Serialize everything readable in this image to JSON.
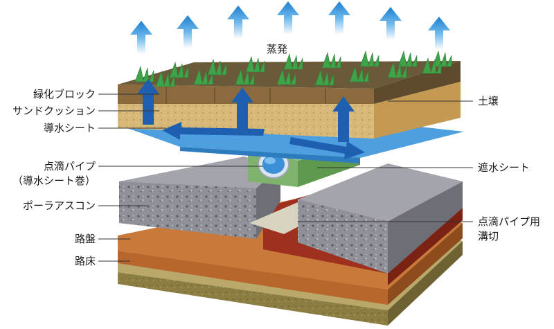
{
  "labels": {
    "evaporation": "蒸発",
    "green_block": "緑化ブロック",
    "sand_cushion": "サンドクッション",
    "water_sheet": "導水シート",
    "drip_pipe_line1": "点滴パイプ",
    "drip_pipe_line2": "（導水シート巻）",
    "porous_asphalt": "ポーラアスコン",
    "roadbed": "路盤",
    "subgrade": "路床",
    "soil": "土壌",
    "waterproof_sheet": "遮水シート",
    "groove_line1": "点滴パイプ用",
    "groove_line2": "溝切"
  },
  "colors": {
    "arrow_blue": "#1f5fb0",
    "sheet_blue": "#3a8fd6",
    "asphalt_gray": "#8c8c94",
    "roadbed_brown": "#b8662c",
    "subgrade_olive": "#8c7d42",
    "soil_brown": "#8b6a3e",
    "sand": "#d9b77a",
    "grass_green": "#3fa34a",
    "red_layer": "#a0301e"
  }
}
